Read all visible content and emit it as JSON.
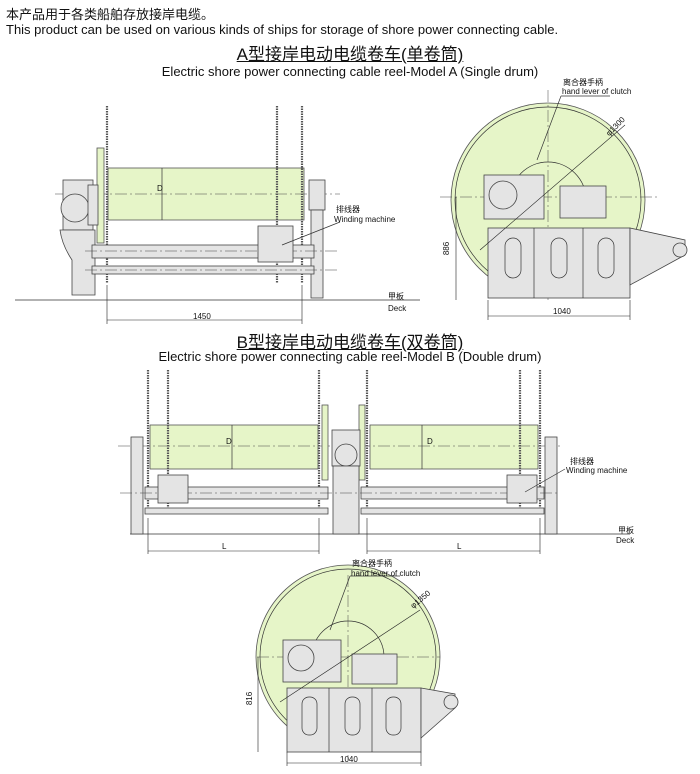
{
  "intro": {
    "chinese": "本产品用于各类船舶存放接岸电缆。",
    "english": "This product can be used on various kinds of ships for storage of shore power connecting cable."
  },
  "model_a": {
    "title_cn": "A型接岸电动电缆卷车(单卷筒)",
    "title_en": "Electric shore power connecting cable reel-Model A  (Single drum)",
    "front_view": {
      "drum_label": "D",
      "winding_cn": "排线器",
      "winding_en": "Winding machine",
      "deck_cn": "甲板",
      "deck_en": "Deck",
      "length_dim": "1450"
    },
    "side_view": {
      "clutch_cn": "离合器手柄",
      "clutch_en": "hand lever of clutch",
      "diameter_dim": "φ1300",
      "height_dim": "886",
      "width_dim": "1040"
    }
  },
  "model_b": {
    "title_cn": "B型接岸电动电缆卷车(双卷筒)",
    "title_en": "Electric shore power connecting cable reel-Model B (Double drum)",
    "front_view": {
      "drum_label_left": "D",
      "drum_label_right": "D",
      "winding_cn": "排线器",
      "winding_en": "Winding machine",
      "deck_cn": "甲板",
      "deck_en": "Deck",
      "length_dim_left": "L",
      "length_dim_right": "L"
    },
    "side_view": {
      "clutch_cn": "离合器手柄",
      "clutch_en": "hand lever of clutch",
      "diameter_dim": "φ1350",
      "height_dim": "816",
      "width_dim": "1040"
    }
  },
  "colors": {
    "drum_fill": "#e6f5c8",
    "machine_fill": "#e4e4e4",
    "line": "#333333"
  }
}
